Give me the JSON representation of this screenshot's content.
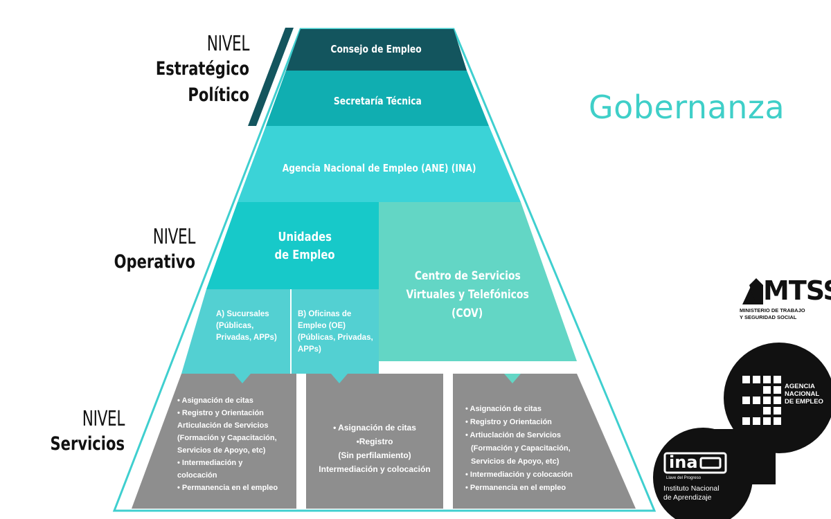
{
  "title": "Gobernanza",
  "levels": {
    "strategic": {
      "nivel": "NIVEL",
      "line1": "Estratégico",
      "line2": "Político"
    },
    "operative": {
      "nivel": "NIVEL",
      "line1": "Operativo"
    },
    "services": {
      "nivel": "NIVEL",
      "line1": "Servicios"
    }
  },
  "pyramid": {
    "consejo": "Consejo de Empleo",
    "secretaria": "Secretaría Técnica",
    "agencia": "Agencia Nacional de Empleo (ANE) (INA)",
    "unidades_l1": "Unidades",
    "unidades_l2": "de Empleo",
    "centro_l1": "Centro de Servicios",
    "centro_l2": "Virtuales y Telefónicos",
    "centro_l3": "(COV)",
    "sucursales": [
      "A) Sucursales",
      "(Públicas,",
      "Privadas, APPs)"
    ],
    "oficinas": [
      "B) Oficinas de",
      "Empleo (OE)",
      "(Públicas, Privadas,",
      "APPs)"
    ]
  },
  "services": {
    "left": [
      "• Asignación de citas",
      "• Registro y Orientación",
      "Articulación de Servicios",
      "(Formación y Capacitación,",
      "Servicios de Apoyo, etc)",
      "• Intermediación y",
      "colocación",
      "• Permanencia en el empleo"
    ],
    "middle": [
      "• Asignación de citas",
      "•Registro",
      "(Sin perfilamiento)",
      "Intermediación y colocación"
    ],
    "right": [
      "• Asignación de citas",
      "• Registro y Orientación",
      "• Artiuclación de Servicios",
      "(Formación y Capacitación,",
      "Servicios de Apoyo, etc)",
      "• Intermediación y colocación",
      "• Permanencia en el empleo"
    ]
  },
  "logos": {
    "mtss_name": "MTSS",
    "mtss_sub1": "MINISTERIO DE TRABAJO",
    "mtss_sub2": "Y SEGURIDAD SOCIAL",
    "ane_l1": "AGENCIA",
    "ane_l2": "NACIONAL",
    "ane_l3": "DE EMPLEO",
    "ina_name": "ina",
    "ina_tag": "Llave del Progreso",
    "ina_l1": "Instituto Nacional",
    "ina_l2": "de Aprendizaje"
  },
  "colors": {
    "dark_teal": "#13555e",
    "teal_2": "#10aeb1",
    "cyan": "#3bd3d7",
    "unidades": "#17c9c9",
    "mint": "#63d6c5",
    "light_cyan": "#53d0d2",
    "gray": "#8e8e8e",
    "title": "#3fcfc8"
  }
}
